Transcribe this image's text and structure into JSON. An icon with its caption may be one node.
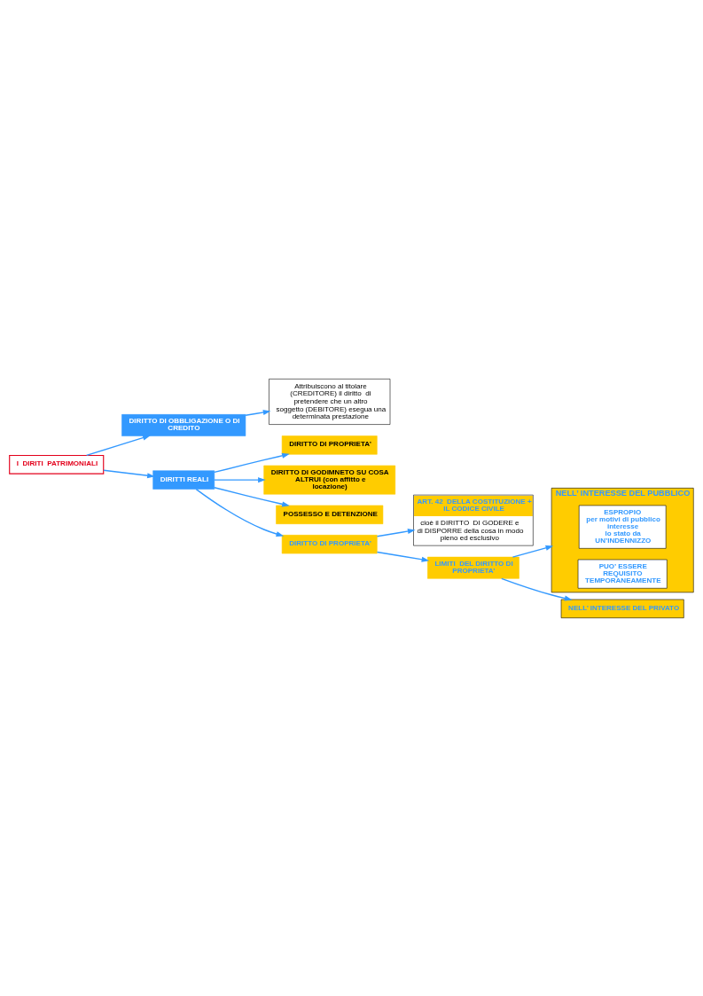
{
  "diagram": {
    "nodes": [
      {
        "text": [
          "I  DIRITI  PATRIMONIALI"
        ]
      },
      {
        "text": [
          "DIRITTO DI OBBLIGAZIONE O DI CREDITO"
        ]
      },
      {
        "text": [
          "Attribuiscono al titolare (CREDITORE) il diritto  di pretendere che un altro soggetto (DEBITORE) esegua una determinata prestazione"
        ]
      },
      {
        "text": [
          "DIRITTI REALI"
        ]
      },
      {
        "text": [
          "DIRITTO DI PROPRIETA’"
        ]
      },
      {
        "text": [
          "DIRITTO DI GODIMNETO SU COSA ALTRUI (con affitto e locazione)"
        ]
      },
      {
        "text": [
          "POSSESSO E DETENZIONE"
        ]
      },
      {
        "text": [
          "DIRITTO DI PROPRIETA’"
        ]
      },
      {
        "text": [
          "ART. 42  DELLA COSTITUZIONE + IL CODICE CIVILE",
          "cioè il DIRITTO  DI GODERE e di DISPORRE della cosa in modo pieno ed esclusivo"
        ]
      },
      {
        "text": [
          "LIMITI  DEL DIRITTO DI   PROPRIETA’"
        ]
      },
      {
        "text": [
          "NELL’ INTERESSE DEL PUBBLICO"
        ]
      },
      {
        "text": [
          "ESPROPIO",
          "per motivi di pubblico interesse",
          "lo stato da",
          "UN’INDENNIZZO"
        ],
        "in": 10
      },
      {
        "text": [
          "PUO’ ESSERE",
          "REQUISITO",
          "TEMPORANEAMENTE"
        ],
        "in": 10
      },
      {
        "text": [
          "NELL’ INTERESSE DEL PRIVATO"
        ]
      }
    ],
    "edges": [
      {
        "from": 0,
        "to": 1,
        "arrow": "to"
      },
      {
        "from": 0,
        "to": 3,
        "arrow": "to"
      },
      {
        "from": 1,
        "to": 2,
        "arrow": "to"
      },
      {
        "from": 3,
        "to": 4,
        "arrow": "to"
      },
      {
        "from": 3,
        "to": 5,
        "arrow": "to"
      },
      {
        "from": 3,
        "to": 6,
        "arrow": "to"
      },
      {
        "from": 3,
        "to": 7,
        "arrow": "to"
      },
      {
        "from": 7,
        "to": 8,
        "arrow": "to"
      },
      {
        "from": 7,
        "to": 9,
        "arrow": "to"
      },
      {
        "from": 9,
        "to": 10,
        "arrow": "to"
      },
      {
        "from": 9,
        "to": 13,
        "arrow": "to"
      }
    ]
  }
}
